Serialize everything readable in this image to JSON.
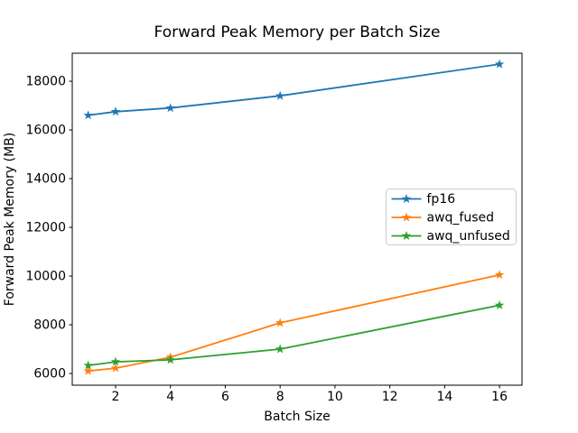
{
  "chart_data": {
    "type": "line",
    "title": "Forward Peak Memory per Batch Size",
    "xlabel": "Batch Size",
    "ylabel": "Forward Peak Memory (MB)",
    "x": [
      1,
      2,
      4,
      8,
      16
    ],
    "series": [
      {
        "name": "fp16",
        "color": "#1f77b4",
        "values": [
          16600,
          16750,
          16900,
          17400,
          18700
        ]
      },
      {
        "name": "awq_fused",
        "color": "#ff7f0e",
        "values": [
          6100,
          6220,
          6670,
          8080,
          10050
        ]
      },
      {
        "name": "awq_unfused",
        "color": "#2ca02c",
        "values": [
          6330,
          6480,
          6560,
          7000,
          8800
        ]
      }
    ],
    "marker": "star",
    "xticks": [
      2,
      4,
      6,
      8,
      10,
      12,
      14,
      16
    ],
    "yticks": [
      6000,
      8000,
      10000,
      12000,
      14000,
      16000,
      18000
    ],
    "xlim": [
      0.42,
      16.82
    ],
    "ylim": [
      5520,
      19150
    ],
    "grid": false,
    "legend_position": "center right",
    "background": "#ffffff",
    "spine_color": "#000000",
    "legend_border_color": "#cccccc"
  }
}
